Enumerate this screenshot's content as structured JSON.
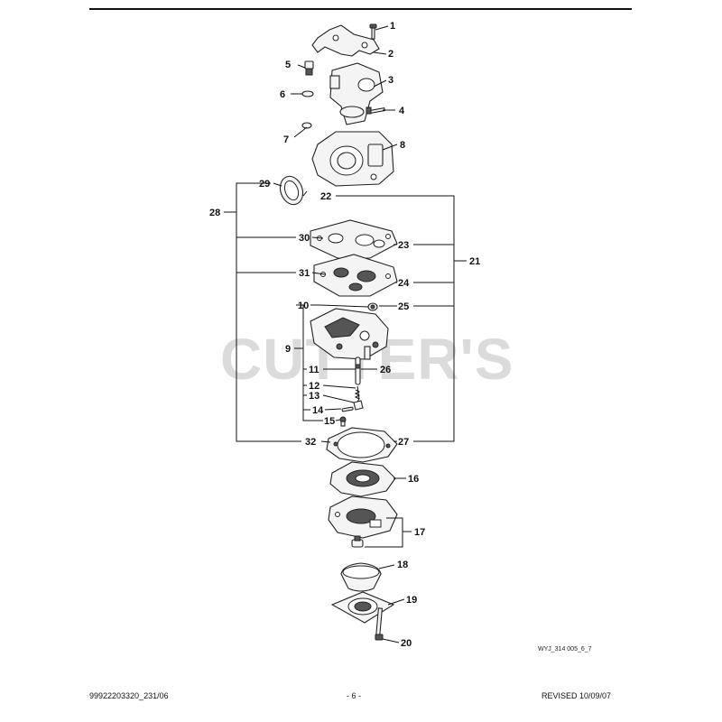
{
  "watermark": "CUTTER'S",
  "figure_code": "WYJ_314 005_6_7",
  "footer": {
    "part_number": "99922203320_231/06",
    "page": "- 6 -",
    "revised": "REVISED 10/09/07"
  },
  "callouts": [
    "1",
    "2",
    "3",
    "4",
    "5",
    "6",
    "7",
    "8",
    "9",
    "10",
    "11",
    "12",
    "13",
    "14",
    "15",
    "16",
    "17",
    "18",
    "19",
    "20",
    "21",
    "22",
    "23",
    "24",
    "25",
    "26",
    "27",
    "28",
    "29",
    "30",
    "31",
    "32"
  ]
}
